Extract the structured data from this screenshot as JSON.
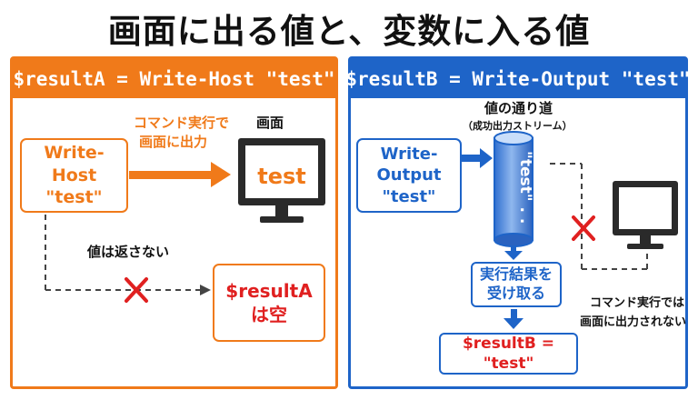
{
  "title": "画面に出る値と、変数に入る値",
  "left": {
    "header": "$resultA = Write-Host \"test\"",
    "source_line1": "Write-Host",
    "source_line2": "\"test\"",
    "arrow_label_line1": "コマンド実行で",
    "arrow_label_line2": "画面に出力",
    "screen_label": "画面",
    "screen_text": "test",
    "no_return_label": "値は返さない",
    "result_line1": "$resultA",
    "result_line2": "は空"
  },
  "right": {
    "header": "$resultB = Write-Output \"test\"",
    "source_line1": "Write-Output",
    "source_line2": "\"test\"",
    "pipe_label": "値の通り道",
    "pipe_sublabel": "（成功出力ストリーム）",
    "pipe_text": "\"test\" . .",
    "receive_line1": "実行結果を",
    "receive_line2": "受け取る",
    "result": "$resultB = \"test\"",
    "note_line1": "コマンド実行では",
    "note_line2": "画面に出力されない"
  },
  "colors": {
    "orange": "#f07a1a",
    "blue": "#1e64c8",
    "red": "#e02020",
    "dark": "#2a2a2a"
  }
}
